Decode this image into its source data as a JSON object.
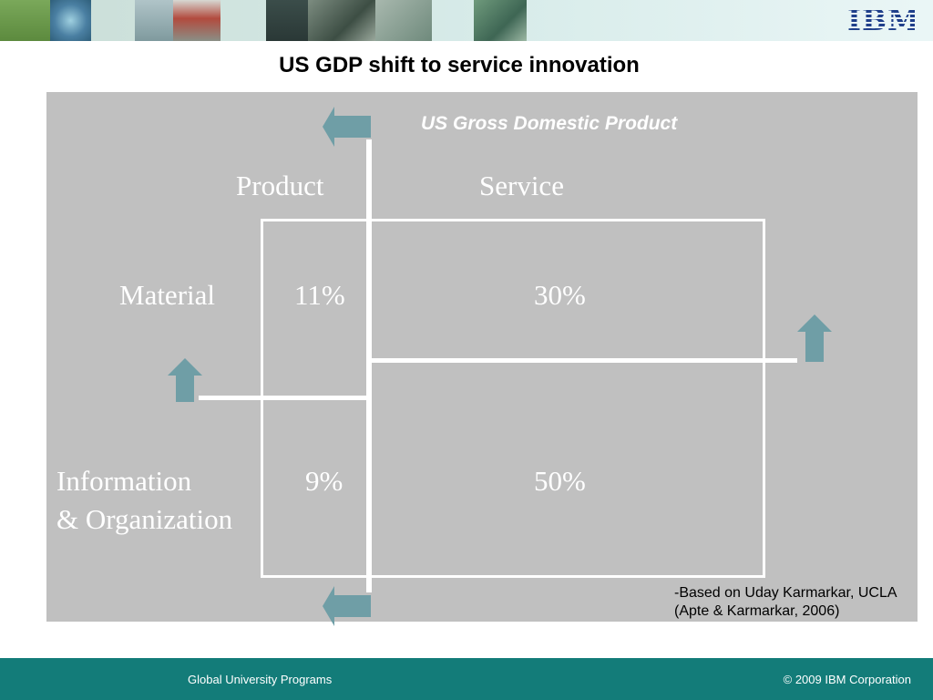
{
  "header": {
    "logo_text": "IBM",
    "thumbnails": [
      {
        "name": "tree-thumbnail",
        "color": "#6c9a4a"
      },
      {
        "name": "wheel-diagram-thumbnail",
        "color": "#4a7fa2"
      },
      {
        "name": "screen-thumbnail",
        "color": "#8aa3a8"
      },
      {
        "name": "building-thumbnail",
        "color": "#6f7d7c"
      },
      {
        "name": "machine-thumbnail",
        "color": "#3b4d4a"
      },
      {
        "name": "city-thumbnail",
        "color": "#5c7064"
      },
      {
        "name": "map-thumbnail",
        "color": "#8aa29a"
      },
      {
        "name": "satellite-thumbnail",
        "color": "#4f7565"
      }
    ]
  },
  "title": "US GDP shift to service innovation",
  "diagram": {
    "subtitle": "US Gross Domestic Product",
    "columns": {
      "product": "Product",
      "service": "Service"
    },
    "rows": {
      "material": "Material",
      "information_line1": "Information",
      "information_line2": "& Organization"
    },
    "cells": {
      "material_product": "11%",
      "material_service": "30%",
      "information_product": "9%",
      "information_service": "50%"
    },
    "colors": {
      "panel": "#c0c0c0",
      "arrow": "#6f9ea6",
      "lines": "#ffffff"
    }
  },
  "source_note": {
    "line1": "-Based on Uday Karmarkar, UCLA",
    "line2": "(Apte & Karmarkar, 2006)"
  },
  "footer": {
    "left": "Global University Programs",
    "right": "© 2009 IBM Corporation",
    "color": "#137c79"
  }
}
